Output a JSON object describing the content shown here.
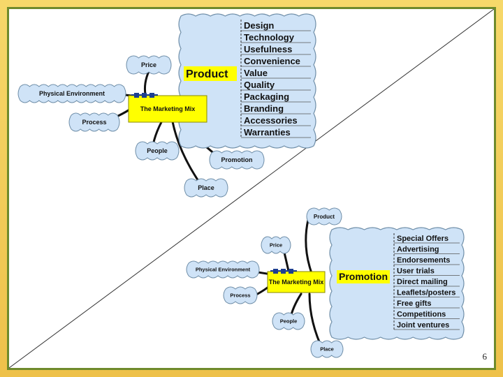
{
  "page_number": "6",
  "colors": {
    "cloud_fill": "#cfe3f7",
    "cloud_stroke": "#6f8ea8",
    "center_fill": "#ffff00",
    "connector_square": "#1d3f91",
    "frame_border": "#6e8a2c",
    "background": "#f3cf5a"
  },
  "map_product": {
    "center_label": "The Marketing Mix",
    "focus_label": "Product",
    "branches": [
      "Price",
      "Physical Environment",
      "Process",
      "People",
      "Promotion",
      "Place"
    ],
    "items": [
      "Design",
      "Technology",
      "Usefulness",
      "Convenience",
      "Value",
      "Quality",
      "Packaging",
      "Branding",
      "Accessories",
      "Warranties"
    ]
  },
  "map_promotion": {
    "center_label": "The Marketing Mix",
    "focus_label": "Promotion",
    "branches": [
      "Product",
      "Price",
      "Physical Environment",
      "Process",
      "People",
      "Place"
    ],
    "items": [
      "Special Offers",
      "Advertising",
      "Endorsements",
      "User trials",
      "Direct mailing",
      "Leaflets/posters",
      "Free gifts",
      "Competitions",
      "Joint ventures"
    ]
  }
}
